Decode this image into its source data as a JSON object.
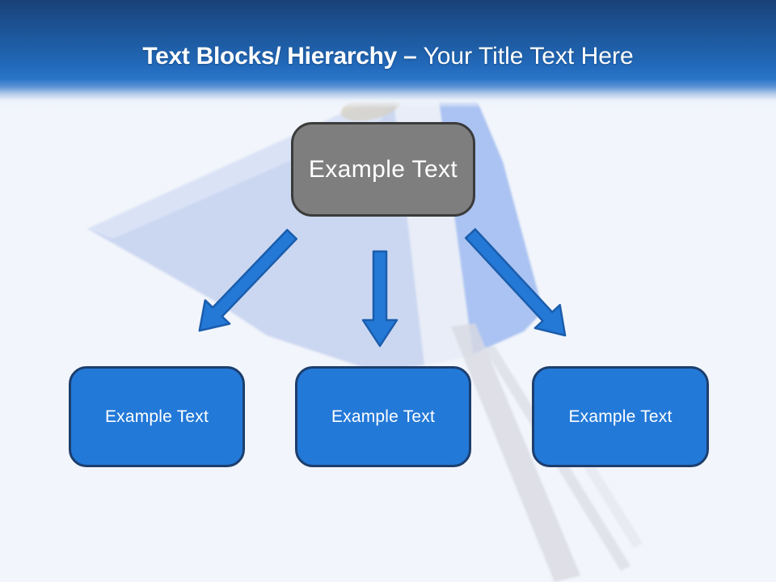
{
  "title": {
    "bold": "Text Blocks/ Hierarchy",
    "separator": " – ",
    "regular": "Your Title Text Here"
  },
  "hierarchy": {
    "root": {
      "label": "Example Text"
    },
    "children": [
      {
        "label": "Example Text"
      },
      {
        "label": "Example Text"
      },
      {
        "label": "Example Text"
      }
    ]
  },
  "background": {
    "description": "faded photo of a blue flag pin with silver legs"
  },
  "colors": {
    "header_top": "#1a4076",
    "header_mid": "#2269ba",
    "header_bottom_fade": "#eef3fb",
    "page_background": "#f2f5fb",
    "root_fill": "#7e7e7e",
    "root_border": "#3b3b3b",
    "child_fill": "#2379d8",
    "child_border": "#1c3e6e",
    "arrow_fill": "#2478d6",
    "arrow_border": "#1a5dac",
    "flag_cloth": "#c8d4f0",
    "flag_drape": "#9dbaf0",
    "pin_leg": "#d8dae2",
    "text_color": "#ffffff"
  }
}
